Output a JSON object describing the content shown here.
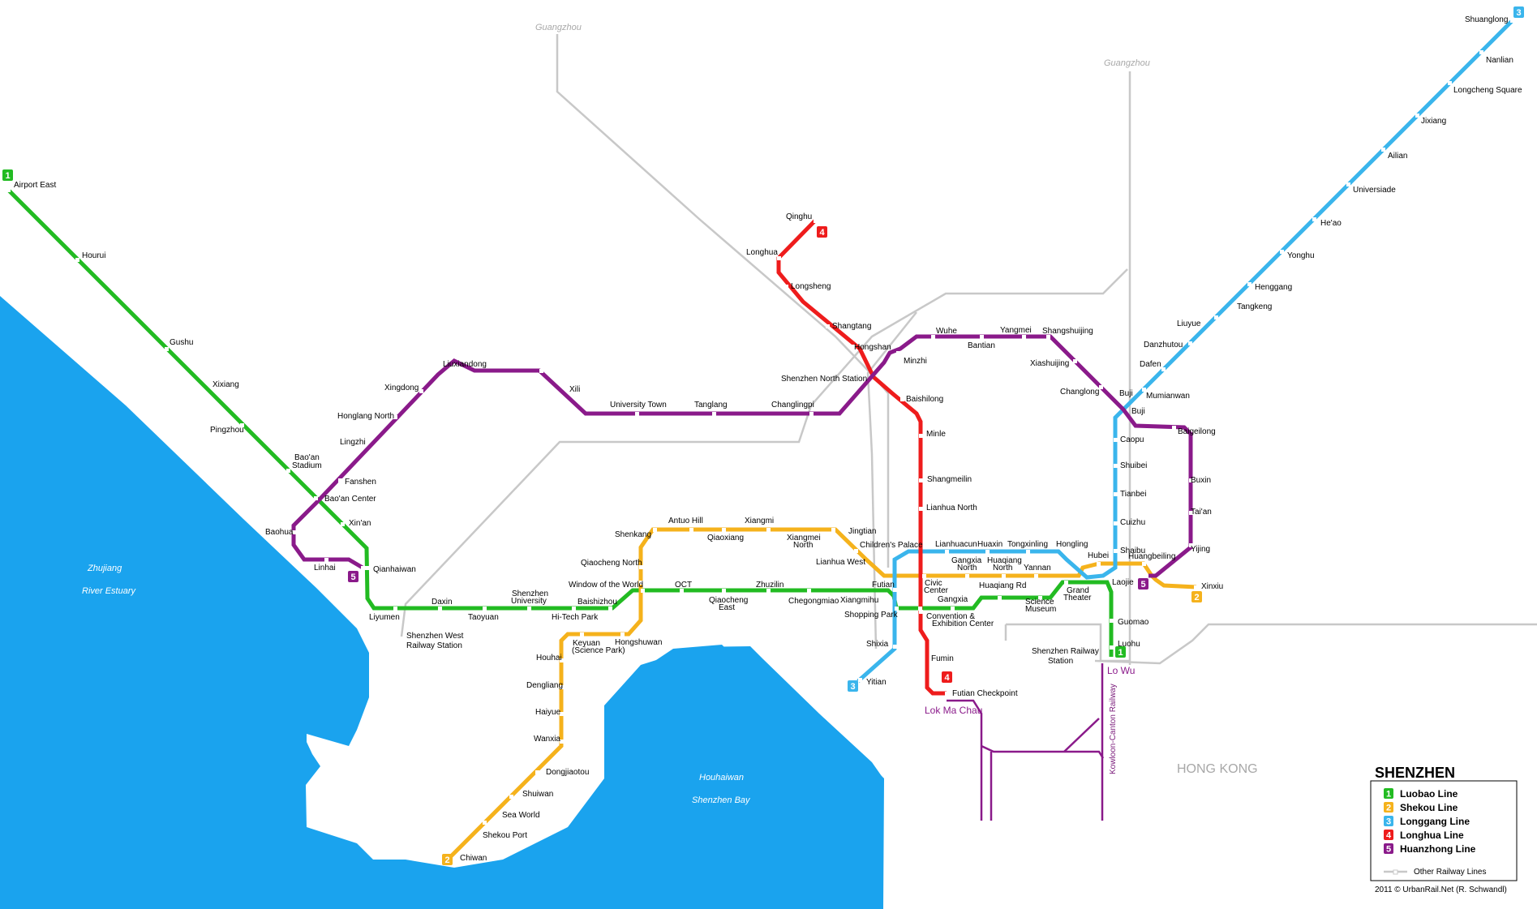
{
  "colors": {
    "water": "#1aa3ee",
    "rail": "#c8c8c8",
    "line1": "#22bb22",
    "line2": "#f5b21c",
    "line3": "#3ab5ec",
    "line4": "#ee1c1c",
    "line5": "#8a1a8a"
  },
  "water_labels": {
    "estuary_1": "Zhujiang",
    "estuary_2": "River Estuary",
    "bay_1": "Houhaiwan",
    "bay_2": "Shenzhen Bay"
  },
  "place_labels": {
    "guangzhou_1": "Guangzhou",
    "guangzhou_2": "Guangzhou",
    "hong_kong": "HONG KONG",
    "lo_wu": "Lo Wu",
    "lok_ma_chau": "Lok Ma Chau",
    "kcr": "Kowloon-Canton Railway"
  },
  "badges": {
    "l1_a": "1",
    "l1_b": "1",
    "l2_a": "2",
    "l2_b": "2",
    "l3_a": "3",
    "l3_b": "3",
    "l4_a": "4",
    "l4_b": "4",
    "l5_a": "5",
    "l5_b": "5"
  },
  "stations": {
    "airport_east": "Airport East",
    "hourui": "Hourui",
    "gushu": "Gushu",
    "xixiang": "Xixiang",
    "pingzhou": "Pingzhou",
    "baoan_stadium_1": "Bao'an",
    "baoan_stadium_2": "Stadium",
    "baoan_center": "Bao'an Center",
    "xinan": "Xin'an",
    "qianhaiwan": "Qianhaiwan",
    "liyumen": "Liyumen",
    "daxin": "Daxin",
    "taoyuan": "Taoyuan",
    "shenzhen_univ_1": "Shenzhen",
    "shenzhen_univ_2": "University",
    "hitech_park": "Hi-Tech Park",
    "baishizhou": "Baishizhou",
    "window_world": "Window of the World",
    "oct": "OCT",
    "qiaocheng_east_1": "Qiaocheng",
    "qiaocheng_east_2": "East",
    "zhuzilin": "Zhuzilin",
    "chegongmiao": "Chegongmiao",
    "xiangmihu": "Xiangmihu",
    "futian": "Futian",
    "shopping_park": "Shopping Park",
    "convention_1": "Convention &",
    "convention_2": "Exhibition Center",
    "gangxia": "Gangxia",
    "huaqiang_rd": "Huaqiang Rd",
    "science_museum_1": "Science",
    "science_museum_2": "Museum",
    "grand_theater_1": "Grand",
    "grand_theater_2": "Theater",
    "laojie": "Laojie",
    "guomao": "Guomao",
    "luohu": "Luohu",
    "chiwan": "Chiwan",
    "shekou_port": "Shekou Port",
    "sea_world": "Sea World",
    "shuiwan": "Shuiwan",
    "dongjiaotou": "Dongjiaotou",
    "wanxia": "Wanxia",
    "haiyue": "Haiyue",
    "dengliang": "Dengliang",
    "houhai": "Houhai",
    "keyuan_1": "Keyuan",
    "keyuan_2": "(Science Park)",
    "hongshuwan": "Hongshuwan",
    "qiaocheng_north": "Qiaocheng North",
    "shenkang": "Shenkang",
    "antuo_hill": "Antuo Hill",
    "qiaoxiang": "Qiaoxiang",
    "xiangmi": "Xiangmi",
    "xiangmei_north_1": "Xiangmei",
    "xiangmei_north_2": "North",
    "jingtian": "Jingtian",
    "lianhua_west": "Lianhua West",
    "civic_center_1": "Civic",
    "civic_center_2": "Center",
    "gangxia_north_1": "Gangxia",
    "gangxia_north_2": "North",
    "huaqiang_north_1": "Huaqiang",
    "huaqiang_north_2": "North",
    "yannan": "Yannan",
    "hubei": "Hubei",
    "huangbeiling": "Huangbeiling",
    "xinxiu": "Xinxiu",
    "shuanglong": "Shuanglong",
    "nanlian": "Nanlian",
    "longcheng_square": "Longcheng Square",
    "jixiang": "Jixiang",
    "ailian": "Ailian",
    "universiade": "Universiade",
    "heao": "He'ao",
    "yonghu": "Yonghu",
    "henggang": "Henggang",
    "tangkeng": "Tangkeng",
    "liuyue": "Liuyue",
    "danzhutou": "Danzhutou",
    "dafen": "Dafen",
    "mumianwan": "Mumianwan",
    "buji": "Buji",
    "buji_5": "Buji",
    "caopu": "Caopu",
    "shuibei": "Shuibei",
    "tianbei": "Tianbei",
    "cuizhu": "Cuizhu",
    "shaibu": "Shaibu",
    "honglng": "Hongling",
    "tongxinling": "Tongxinling",
    "huaxin": "Huaxin",
    "lianhuacun": "Lianhuacun",
    "childrens_palace": "Children's Palace",
    "shixia": "Shixia",
    "yitian": "Yitian",
    "qinghu": "Qinghu",
    "longhua": "Longhua",
    "longsheng": "Longsheng",
    "shangtang": "Shangtang",
    "hongshan": "Hongshan",
    "sz_north": "Shenzhen North Station",
    "baishilong": "Baishilong",
    "minle": "Minle",
    "shangmeilin": "Shangmeilin",
    "lianhua_north": "Lianhua North",
    "fumin": "Fumin",
    "futian_checkpoint": "Futian Checkpoint",
    "baohua": "Baohua",
    "linhai": "Linhai",
    "fanshen": "Fanshen",
    "lingzhi": "Lingzhi",
    "honglang_north": "Honglang North",
    "xingdong": "Xingdong",
    "liuxiandong": "Liuxiandong",
    "xili": "Xili",
    "university_town": "University Town",
    "tanglang": "Tanglang",
    "changlingpi": "Changlingpi",
    "minzhi": "Minzhi",
    "wuhe": "Wuhe",
    "bantian": "Bantian",
    "yangmei": "Yangmei",
    "shangshuijing": "Shangshuijing",
    "xiashuijing": "Xiashuijing",
    "changlong": "Changlong",
    "baigeilong": "Baigeilong",
    "buxin": "Buxin",
    "taian": "Tai'an",
    "yijing": "Yijing",
    "sz_west_1": "Shenzhen West",
    "sz_west_2": "Railway Station",
    "sz_rail_1": "Shenzhen Railway",
    "sz_rail_2": "Station"
  },
  "legend": {
    "title": "SHENZHEN",
    "items": [
      {
        "num": "1",
        "label": "Luobao Line"
      },
      {
        "num": "2",
        "label": "Shekou Line"
      },
      {
        "num": "3",
        "label": "Longgang Line"
      },
      {
        "num": "4",
        "label": "Longhua Line"
      },
      {
        "num": "5",
        "label": "Huanzhong Line"
      }
    ],
    "other_rail": "Other Railway Lines",
    "credit": "2011 © UrbanRail.Net (R. Schwandl)"
  }
}
